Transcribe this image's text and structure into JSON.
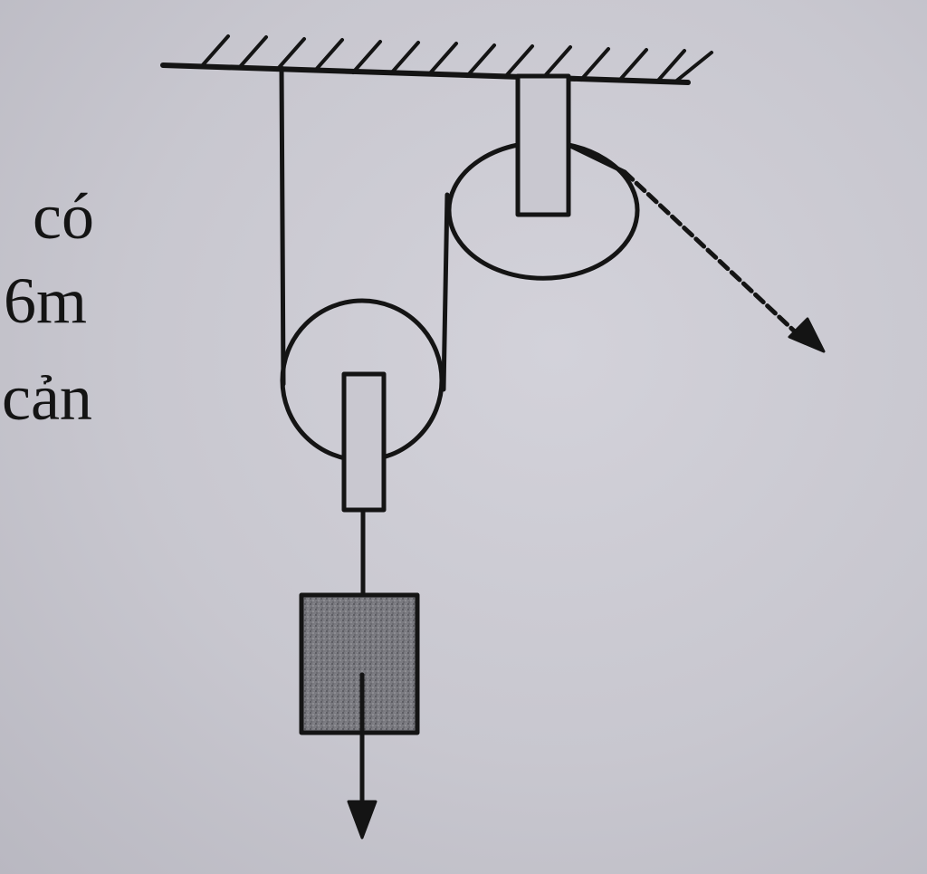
{
  "side_text": [
    "có",
    "6m",
    "cản"
  ],
  "colors": {
    "paper": "#c9c8d0",
    "ink": "#141414",
    "weight_fill": "#6f6f74"
  },
  "icons": {
    "pull_force_arrow": "arrow-head-diagonal",
    "gravity_arrow": "arrow-head-down"
  }
}
